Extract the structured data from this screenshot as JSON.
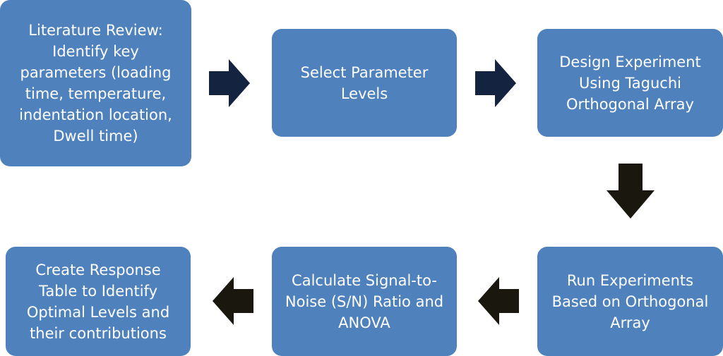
{
  "colors": {
    "box_fill": "#4f81bd",
    "box_text": "#ffffff",
    "arrow_top_row": "#14233f",
    "arrow_other": "#1a170f"
  },
  "steps": [
    {
      "text": "Literature Review:\nIdentify key\nparameters (loading\ntime, temperature,\nindentation location,\nDwell time)"
    },
    {
      "text": "Select Parameter\nLevels"
    },
    {
      "text": "Design Experiment\nUsing Taguchi\nOrthogonal Array"
    },
    {
      "text": "Run Experiments\nBased on Orthogonal\nArray"
    },
    {
      "text": "Calculate Signal-to-\nNoise (S/N) Ratio and\nANOVA"
    },
    {
      "text": "Create Response\nTable to Identify\nOptimal Levels and\ntheir contributions"
    }
  ],
  "arrows": [
    {
      "from": "Literature Review",
      "to": "Select Parameter Levels",
      "direction": "right",
      "icon": "arrow-right-icon"
    },
    {
      "from": "Select Parameter Levels",
      "to": "Design Experiment",
      "direction": "right",
      "icon": "arrow-right-icon"
    },
    {
      "from": "Design Experiment",
      "to": "Run Experiments",
      "direction": "down",
      "icon": "arrow-down-icon"
    },
    {
      "from": "Run Experiments",
      "to": "Calculate Signal-to-Noise",
      "direction": "left",
      "icon": "arrow-left-icon"
    },
    {
      "from": "Calculate Signal-to-Noise",
      "to": "Create Response Table",
      "direction": "left",
      "icon": "arrow-left-icon"
    }
  ]
}
